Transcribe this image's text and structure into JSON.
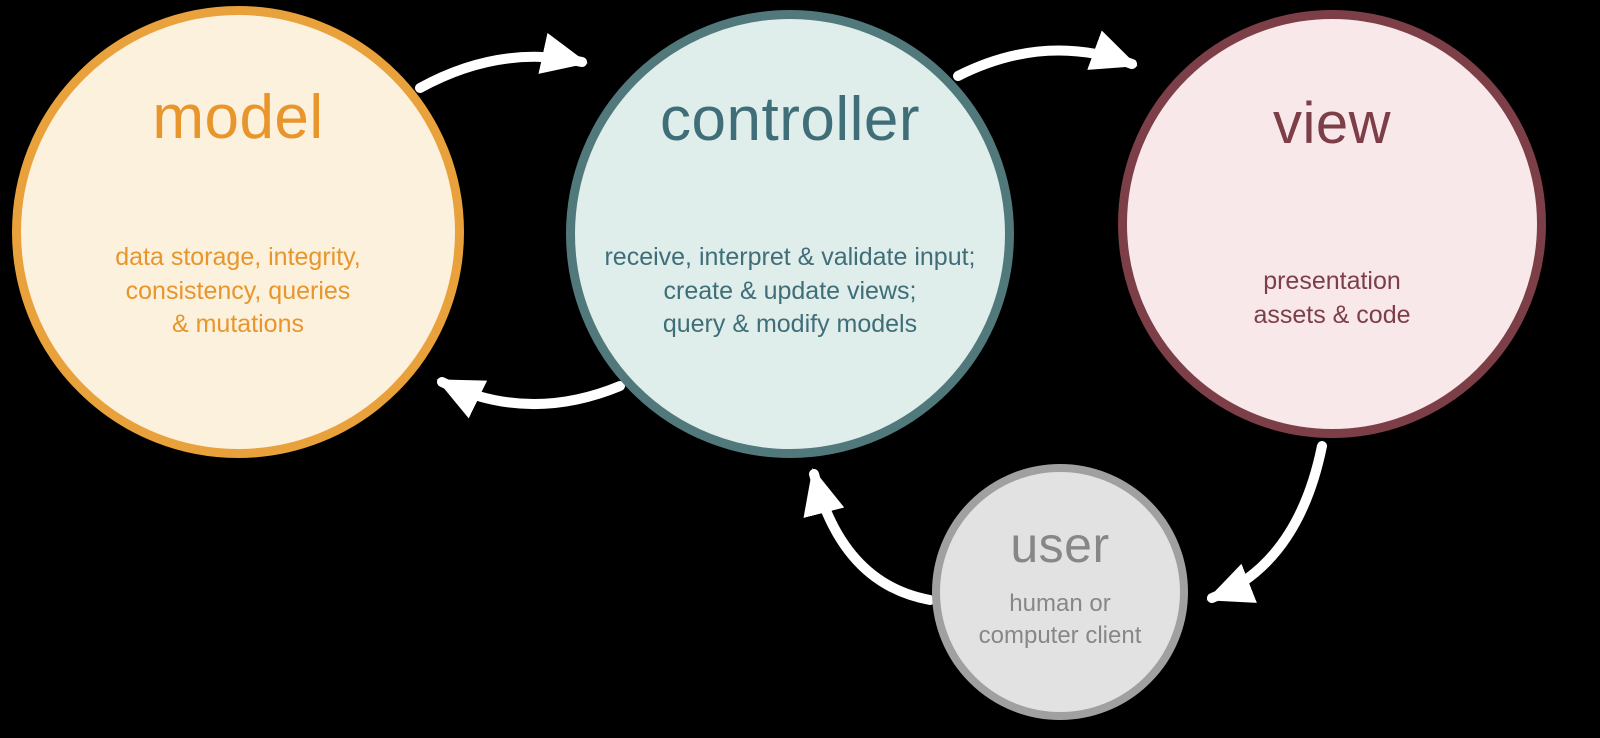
{
  "diagram": {
    "background_color": "#000000",
    "arrow_color": "#FFFFFF",
    "nodes": {
      "model": {
        "title": "model",
        "description": "data storage, integrity,\nconsistency, queries\n& mutations",
        "border_color": "#E9A13B",
        "fill_color": "#FCF1DC",
        "text_color": "#E8952C"
      },
      "controller": {
        "title": "controller",
        "description": "receive, interpret & validate input;\ncreate & update views;\nquery & modify models",
        "border_color": "#51797C",
        "fill_color": "#DFEDEB",
        "text_color": "#3F6E78"
      },
      "view": {
        "title": "view",
        "description": "presentation\nassets & code",
        "border_color": "#7C3E47",
        "fill_color": "#F9E8EA",
        "text_color": "#7C3E47"
      },
      "user": {
        "title": "user",
        "description": "human or\ncomputer client",
        "border_color": "#A0A0A0",
        "fill_color": "#E2E2E2",
        "text_color": "#878787"
      }
    },
    "arrows": [
      {
        "from": "model",
        "to": "controller"
      },
      {
        "from": "controller",
        "to": "view"
      },
      {
        "from": "controller",
        "to": "model"
      },
      {
        "from": "view",
        "to": "user"
      },
      {
        "from": "user",
        "to": "controller"
      }
    ]
  }
}
